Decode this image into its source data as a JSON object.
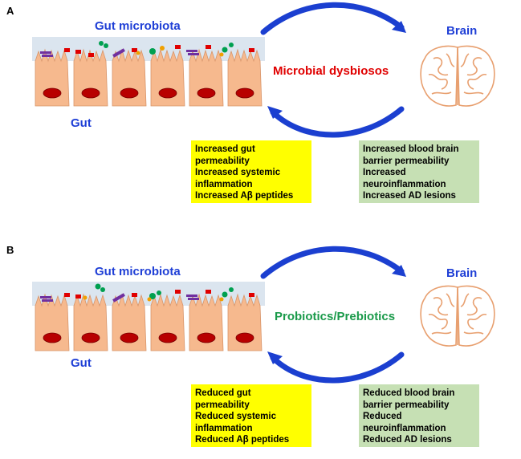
{
  "colors": {
    "blue_label": "#1f3fd6",
    "arrow_blue": "#1b3fd0",
    "dysbiosis_red": "#e00000",
    "probiotic_green": "#1a9a4a",
    "box_yellow": "#ffff00",
    "box_green": "#c6e0b4",
    "cell_fill": "#f6b98e",
    "nucleus": "#b80000",
    "brain_outline": "#e8a070"
  },
  "panels": [
    {
      "letter": "A",
      "gut_microbiota": "Gut microbiota",
      "gut": "Gut",
      "brain": "Brain",
      "center_label": "Microbial dysbiosos",
      "center_color": "#e00000",
      "gut_effects": [
        "Increased gut",
        "permeability",
        "Increased systemic",
        "inflammation",
        "Increased Aβ peptides"
      ],
      "brain_effects": [
        "Increased blood brain",
        "barrier permeability",
        "Increased",
        "neuroinflammation",
        "Increased AD lesions"
      ]
    },
    {
      "letter": "B",
      "gut_microbiota": "Gut microbiota",
      "gut": "Gut",
      "brain": "Brain",
      "center_label": "Probiotics/Prebiotics",
      "center_color": "#1a9a4a",
      "gut_effects": [
        "Reduced gut",
        "permeability",
        "Reduced systemic",
        "inflammation",
        "Reduced Aβ peptides"
      ],
      "brain_effects": [
        "Reduced blood brain",
        "barrier permeability",
        "Reduced",
        "neuroinflammation",
        "Reduced AD lesions"
      ]
    }
  ],
  "icons": {
    "gut_epithelium": "intestinal-epithelium-icon",
    "brain": "brain-icon",
    "arrow_top": "curved-arrow-right-icon",
    "arrow_bottom": "curved-arrow-left-icon"
  }
}
